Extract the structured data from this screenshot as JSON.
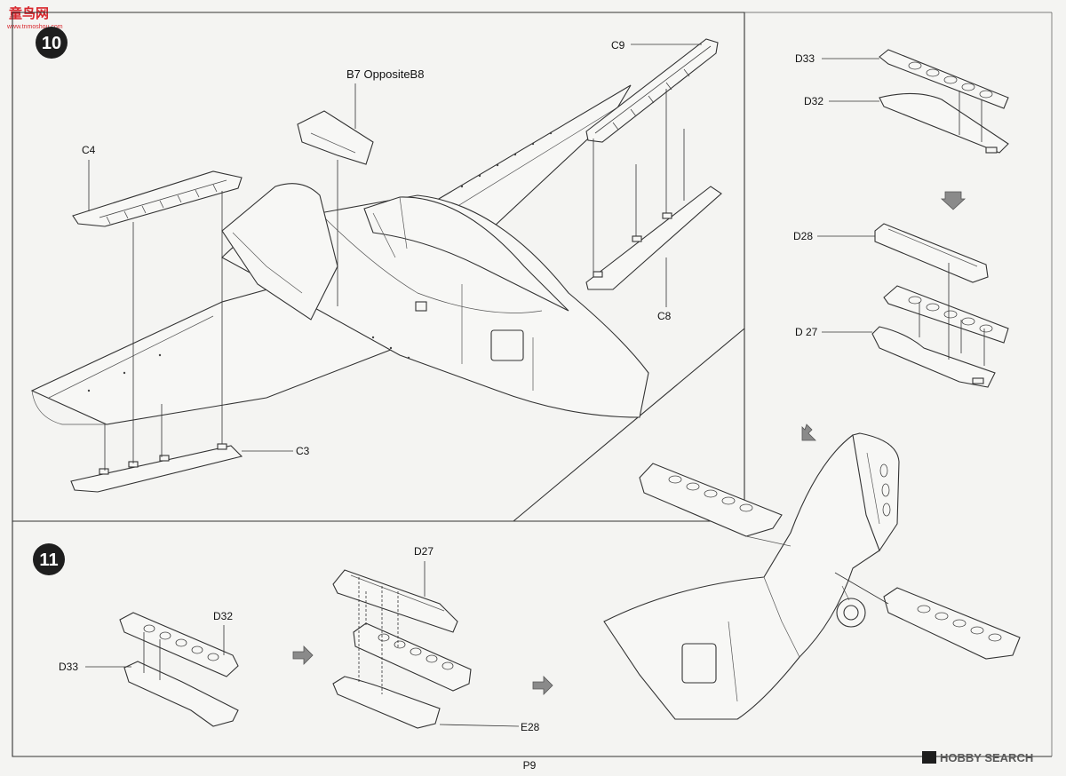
{
  "header": {
    "site_logo_text": "童鸟网",
    "site_logo_url": "www.tnmoshou.com"
  },
  "steps": {
    "step10": "10",
    "step11": "11"
  },
  "step10_labels": {
    "b7": "B7 OppositeB8",
    "c9": "C9",
    "c4": "C4",
    "c8": "C8",
    "c3": "C3"
  },
  "right_panel_labels": {
    "d33": "D33",
    "d32": "D32",
    "d28": "D28",
    "d27": "D 27"
  },
  "step11_labels": {
    "d32": "D32",
    "d33": "D33",
    "d27": "D27",
    "e28": "E28"
  },
  "footer": {
    "page_number": "P9",
    "watermark": "HOBBY SEARCH"
  },
  "colors": {
    "paper": "#f4f4f2",
    "line": "#333333",
    "step_badge": "#1e1e1e",
    "flow_arrow": "#8a8a8a",
    "logo_red": "#d8262c"
  }
}
